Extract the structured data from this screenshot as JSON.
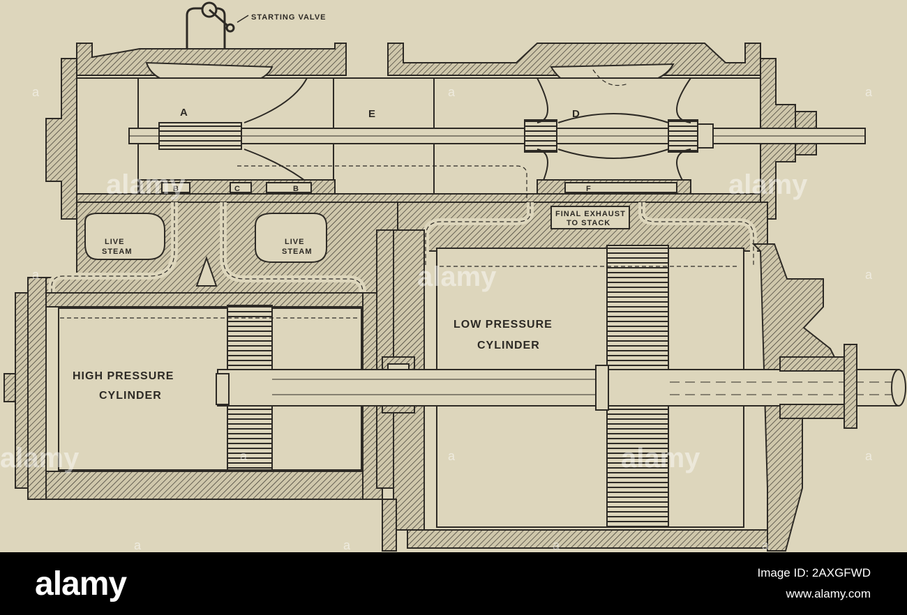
{
  "diagram": {
    "labels": {
      "starting_valve": "STARTING VALVE",
      "a": "A",
      "b_left": "B",
      "b_right": "B",
      "c": "C",
      "d": "D",
      "e": "E",
      "f": "F",
      "live_steam_left": [
        "LIVE",
        "STEAM"
      ],
      "live_steam_right": [
        "LIVE",
        "STEAM"
      ],
      "final_exhaust": [
        "FINAL EXHAUST",
        "TO STACK"
      ],
      "high_pressure": [
        "HIGH PRESSURE",
        "CYLINDER"
      ],
      "low_pressure": [
        "LOW PRESSURE",
        "CYLINDER"
      ]
    },
    "colors": {
      "background": "#ddd6bc",
      "metal_hatch": "#c8c0a4",
      "ink": "#2d2a25"
    }
  },
  "watermark": {
    "text": "alamy",
    "marker": "a"
  },
  "footer": {
    "logo": "alamy",
    "image_id": "Image ID: 2AXGFWD",
    "url": "www.alamy.com"
  }
}
